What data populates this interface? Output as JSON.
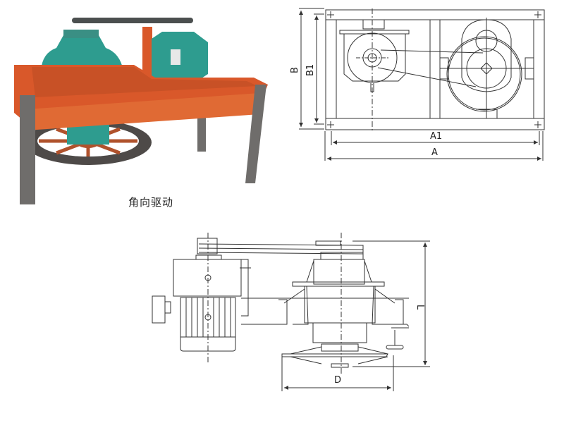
{
  "photo": {
    "caption": "角向驱动",
    "colors": {
      "frame": "#d9582a",
      "motor": "#2e9c8f",
      "legs": "#6f6d6b",
      "wheel": "#4e4a48"
    }
  },
  "plan_view": {
    "dimensions": {
      "width_outer": "A",
      "width_inner": "A1",
      "height_outer": "B",
      "height_inner": "B1"
    }
  },
  "elevation_view": {
    "dimensions": {
      "diameter": "D",
      "height": "L"
    }
  },
  "colors": {
    "line": "#333333",
    "background": "#ffffff"
  }
}
